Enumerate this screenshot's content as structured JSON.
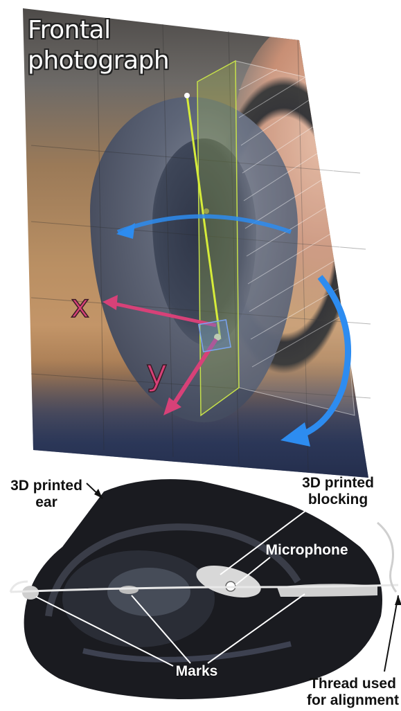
{
  "top_panel": {
    "title_line1": "Frontal",
    "title_line2": "photograph",
    "axis_x_label": "x",
    "axis_y_label": "y",
    "colors": {
      "x_axis": "#d74178",
      "y_axis": "#d74178",
      "rotation_arrow": "#2d8cf0",
      "vertical_plane": "#c6e04a"
    }
  },
  "bottom_panel": {
    "label_ear": "3D printed ear",
    "label_blocking": "3D printed blocking",
    "label_microphone": "Microphone",
    "label_marks": "Marks",
    "label_thread": "Thread used for alignment"
  }
}
